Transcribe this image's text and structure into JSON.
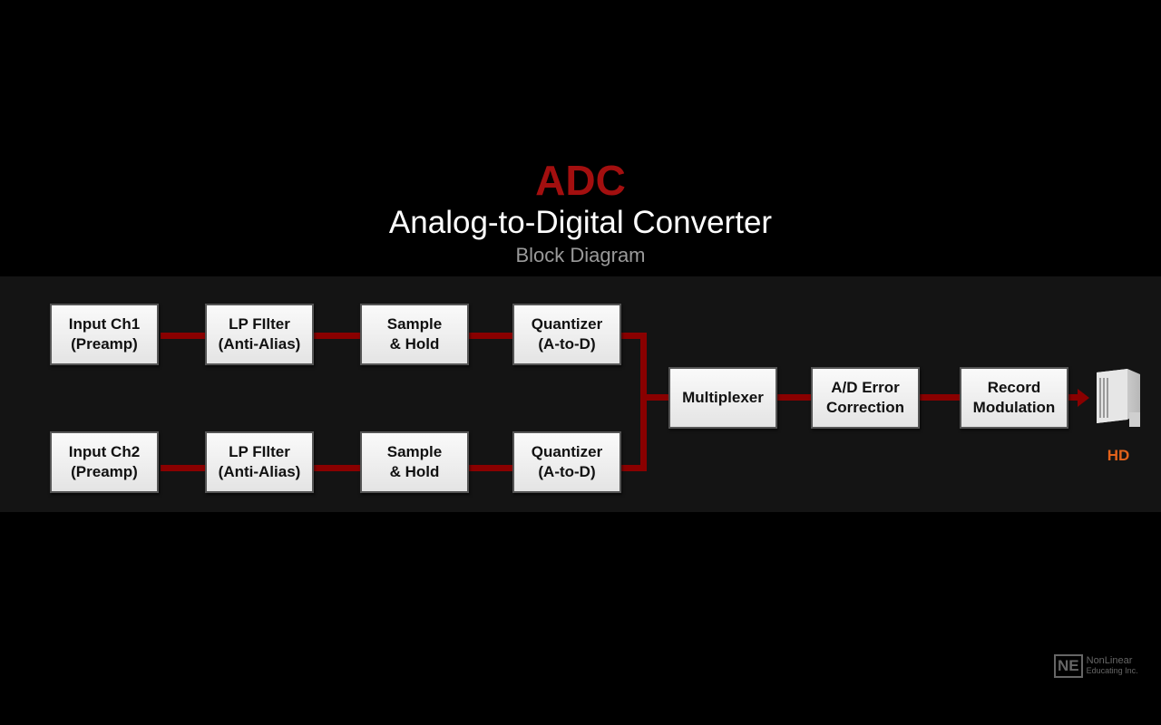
{
  "header": {
    "title": "ADC",
    "subtitle": "Analog-to-Digital Converter",
    "caption": "Block Diagram"
  },
  "channel1": [
    {
      "l1": "Input Ch1",
      "l2": "(Preamp)"
    },
    {
      "l1": "LP FIlter",
      "l2": "(Anti-Alias)"
    },
    {
      "l1": "Sample",
      "l2": "& Hold"
    },
    {
      "l1": "Quantizer",
      "l2": "(A-to-D)"
    }
  ],
  "channel2": [
    {
      "l1": "Input Ch2",
      "l2": "(Preamp)"
    },
    {
      "l1": "LP FIlter",
      "l2": "(Anti-Alias)"
    },
    {
      "l1": "Sample",
      "l2": "& Hold"
    },
    {
      "l1": "Quantizer",
      "l2": "(A-to-D)"
    }
  ],
  "output": [
    {
      "l1": "Multiplexer",
      "l2": ""
    },
    {
      "l1": "A/D Error",
      "l2": "Correction"
    },
    {
      "l1": "Record",
      "l2": "Modulation"
    }
  ],
  "hd_label": "HD",
  "logo": {
    "mark": "NE",
    "name": "NonLinear",
    "sub": "Educating Inc."
  },
  "colors": {
    "title": "#a30f0f",
    "line": "#8a0000",
    "hd": "#e2621b"
  }
}
